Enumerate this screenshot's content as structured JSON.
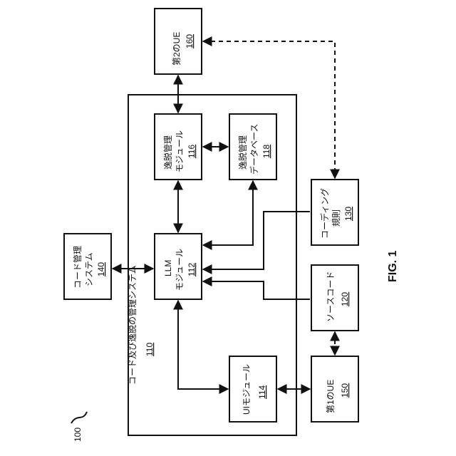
{
  "figure": {
    "label": "FIG. 1",
    "ref": "100"
  },
  "system": {
    "title": "コード及び逸脱の管理システム",
    "num": "110"
  },
  "blocks": {
    "ue2": {
      "line1": "第2のUE",
      "line2": "",
      "num": "160"
    },
    "escmod": {
      "line1": "逸脱管理",
      "line2": "モジュール",
      "num": "116"
    },
    "escdb": {
      "line1": "逸脱管理",
      "line2": "データベース",
      "num": "118"
    },
    "llm": {
      "line1": "LLM",
      "line2": "モジュール",
      "num": "112"
    },
    "codemgmt": {
      "line1": "コード管理",
      "line2": "システム",
      "num": "140"
    },
    "coding": {
      "line1": "コーディング",
      "line2": "規則",
      "num": "130"
    },
    "source": {
      "line1": "ソースコード",
      "line2": "",
      "num": "120"
    },
    "uimod": {
      "line1": "UIモジュール",
      "line2": "",
      "num": "114"
    },
    "ue1": {
      "line1": "第1のUE",
      "line2": "",
      "num": "150"
    }
  }
}
